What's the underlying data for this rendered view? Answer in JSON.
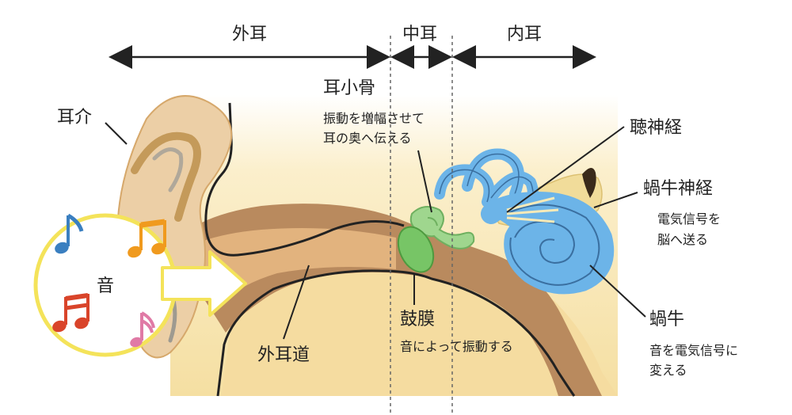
{
  "sections": {
    "outer": "外耳",
    "middle": "中耳",
    "inner": "内耳"
  },
  "labels": {
    "auricle": "耳介",
    "sound": "音",
    "ear_canal": "外耳道",
    "ossicles": "耳小骨",
    "ossicles_desc": [
      "振動を増幅させて",
      "耳の奥へ伝える"
    ],
    "eardrum": "鼓膜",
    "eardrum_desc": "音によって振動する",
    "auditory_nerve": "聴神経",
    "cochlear_nerve": "蝸牛神経",
    "cochlear_nerve_desc": [
      "電気信号を",
      "脳へ送る"
    ],
    "cochlea": "蝸牛",
    "cochlea_desc": [
      "音を電気信号に",
      "変える"
    ]
  },
  "colors": {
    "skin": "#eccfa6",
    "skin_dark": "#d6a86b",
    "canal": "#b98a5e",
    "background_fill": "#f7e6b0",
    "cochlea": "#6cb4e8",
    "ossicle": "#9fd68e",
    "eardrum": "#77c566",
    "sound_circle": "#f4e35a",
    "note_blue": "#3a7fc0",
    "note_orange": "#f09a1e",
    "note_red": "#d9442a",
    "note_pink": "#e07aa6"
  },
  "icons": [
    "music-note-icon",
    "arrow-icon"
  ]
}
